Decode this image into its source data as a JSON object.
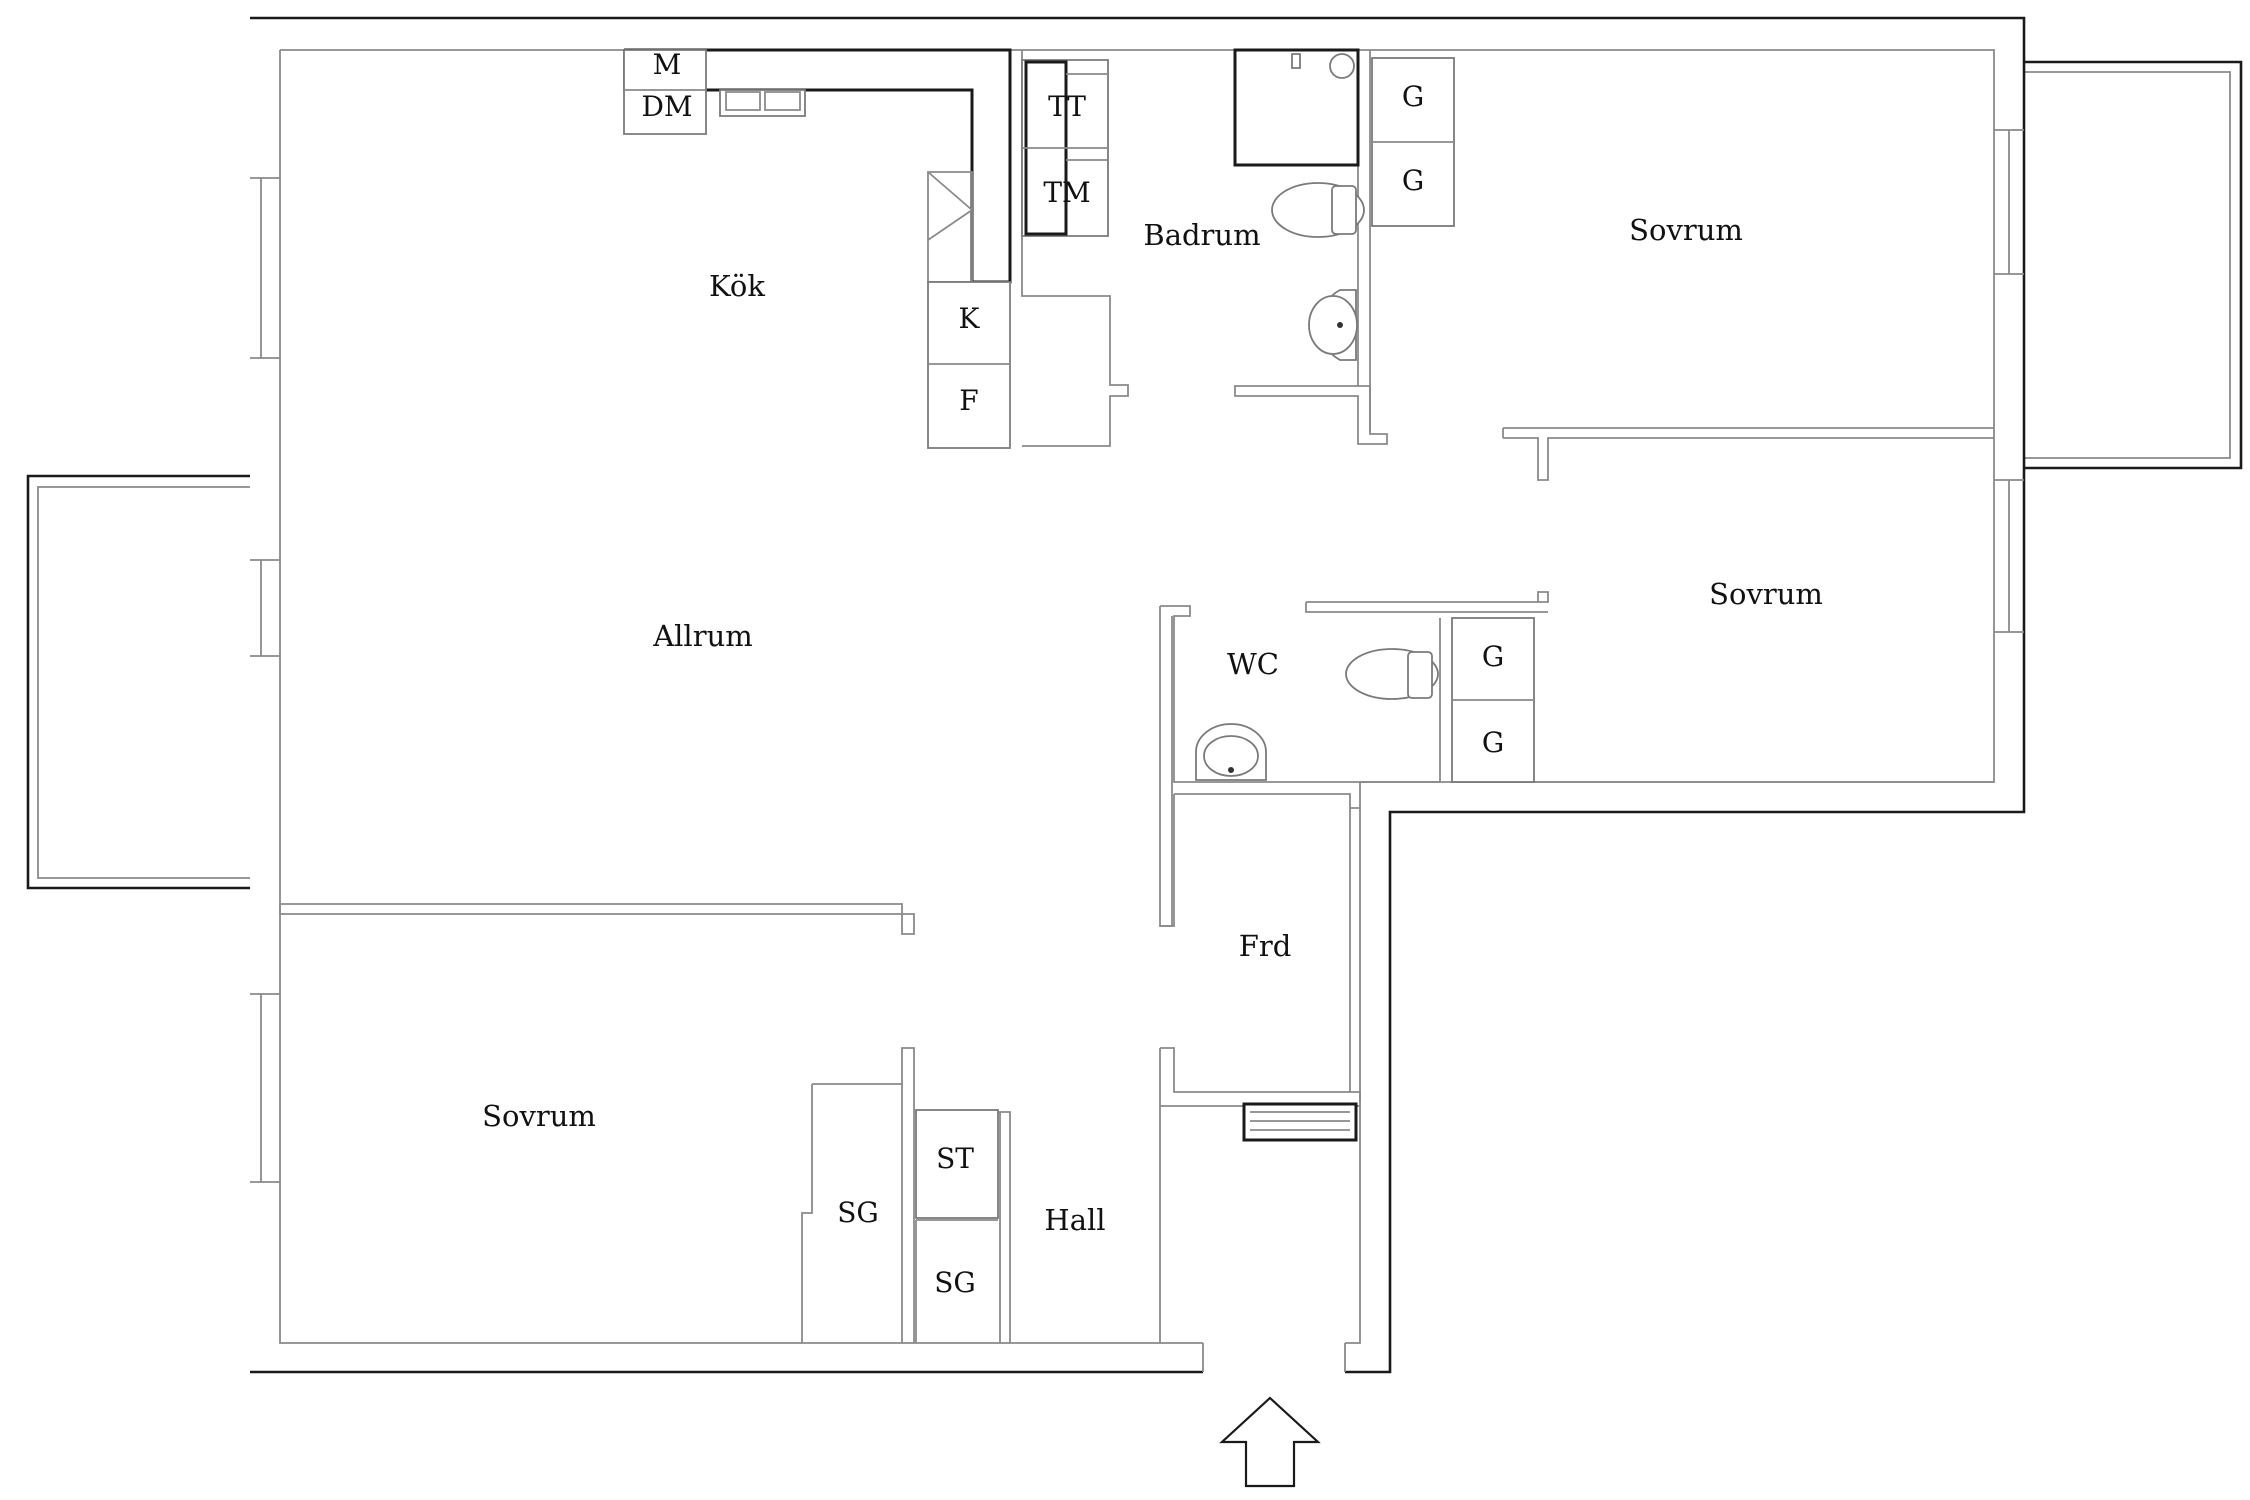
{
  "rooms": {
    "kok": "Kök",
    "allrum": "Allrum",
    "badrum": "Badrum",
    "sovrum_ne": "Sovrum",
    "sovrum_e": "Sovrum",
    "sovrum_sw": "Sovrum",
    "wc": "WC",
    "frd": "Frd",
    "hall": "Hall"
  },
  "fixtures": {
    "m": "M",
    "dm": "DM",
    "k": "K",
    "f": "F",
    "tt": "TT",
    "tm": "TM",
    "g1": "G",
    "g2": "G",
    "g3": "G",
    "g4": "G",
    "st": "ST",
    "sg1": "SG",
    "sg2": "SG"
  },
  "entrance_icon": "up-arrow-icon"
}
